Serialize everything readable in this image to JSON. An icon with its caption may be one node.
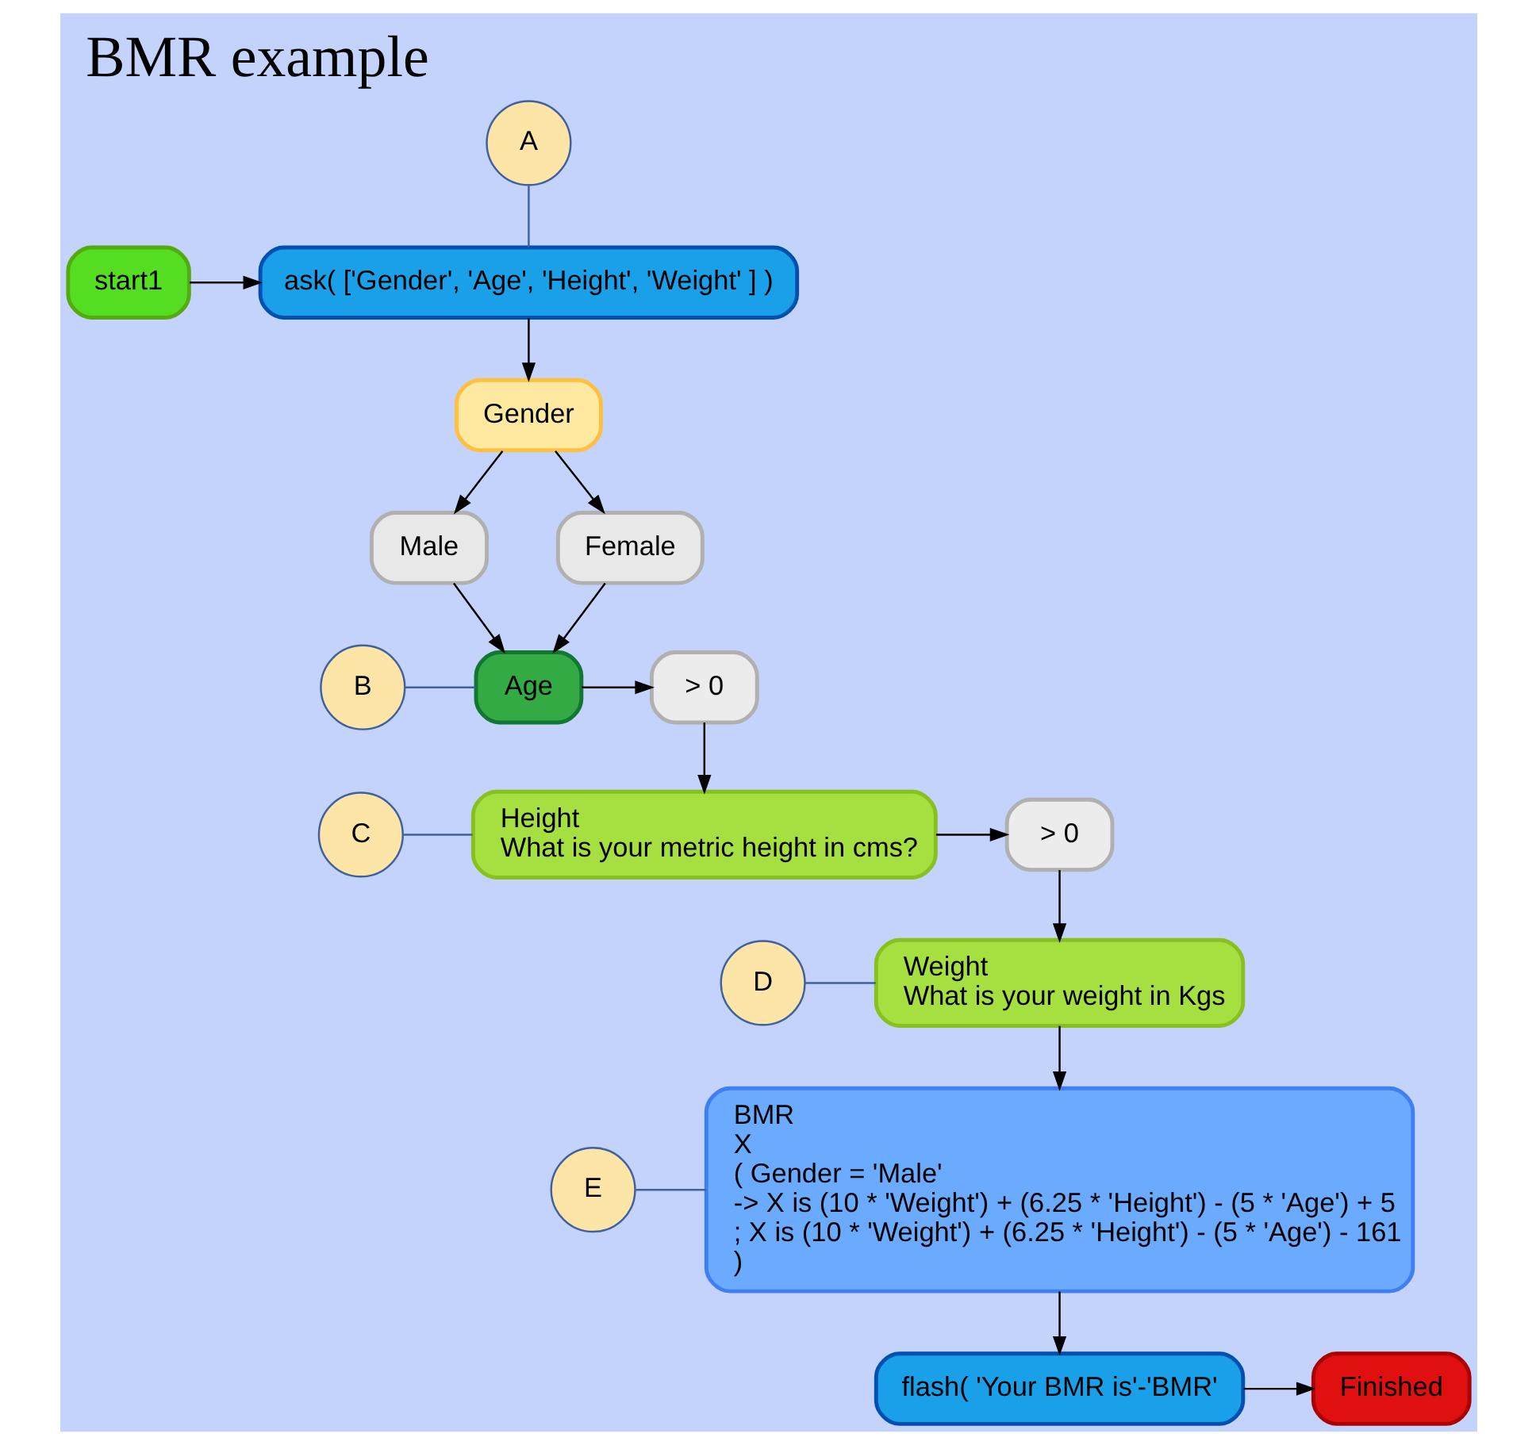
{
  "diagram": {
    "title": "BMR example",
    "nodes": [
      {
        "text": [
          "start1"
        ]
      },
      {
        "text": [
          "ask( ['Gender', 'Age', 'Height', 'Weight' ] )"
        ]
      },
      {
        "text": [
          "Gender"
        ]
      },
      {
        "text": [
          "Male"
        ]
      },
      {
        "text": [
          "Female"
        ]
      },
      {
        "text": [
          "Age"
        ]
      },
      {
        "text": [
          "> 0"
        ]
      },
      {
        "text": [
          "Height",
          "What is your metric height in cms?"
        ]
      },
      {
        "text": [
          "> 0"
        ]
      },
      {
        "text": [
          "Weight",
          "What is your weight in Kgs"
        ]
      },
      {
        "text": [
          "BMR",
          "X",
          "( Gender = 'Male'",
          "-> X is (10 * 'Weight') + (6.25 * 'Height') - (5 * 'Age') + 5",
          "; X is (10 * 'Weight') + (6.25 * 'Height') - (5 * 'Age') - 161",
          ")"
        ]
      },
      {
        "text": [
          "flash( 'Your BMR is'-'BMR'"
        ]
      },
      {
        "text": [
          "Finished"
        ]
      },
      {
        "text": [
          "A"
        ]
      },
      {
        "text": [
          "B"
        ]
      },
      {
        "text": [
          "C"
        ]
      },
      {
        "text": [
          "D"
        ]
      },
      {
        "text": [
          "E"
        ]
      }
    ],
    "edges": [
      {
        "from": 0,
        "to": 1,
        "arrow": "to"
      },
      {
        "from": 1,
        "to": 2,
        "arrow": "to"
      },
      {
        "from": 2,
        "to": 3,
        "arrow": "to"
      },
      {
        "from": 2,
        "to": 4,
        "arrow": "to"
      },
      {
        "from": 3,
        "to": 5,
        "arrow": "to"
      },
      {
        "from": 4,
        "to": 5,
        "arrow": "to"
      },
      {
        "from": 5,
        "to": 6,
        "arrow": "to"
      },
      {
        "from": 6,
        "to": 7,
        "arrow": "to"
      },
      {
        "from": 7,
        "to": 8,
        "arrow": "to"
      },
      {
        "from": 8,
        "to": 9,
        "arrow": "to"
      },
      {
        "from": 9,
        "to": 10,
        "arrow": "to"
      },
      {
        "from": 10,
        "to": 11,
        "arrow": "to"
      },
      {
        "from": 11,
        "to": 12,
        "arrow": "to"
      },
      {
        "from": 13,
        "to": 1,
        "arrow": "none",
        "color": "#4060a0"
      },
      {
        "from": 14,
        "to": 5,
        "arrow": "none",
        "color": "#4060a0"
      },
      {
        "from": 15,
        "to": 7,
        "arrow": "none",
        "color": "#4060a0"
      },
      {
        "from": 16,
        "to": 9,
        "arrow": "none",
        "color": "#4060a0"
      },
      {
        "from": 17,
        "to": 10,
        "arrow": "none",
        "color": "#4060a0"
      }
    ]
  }
}
